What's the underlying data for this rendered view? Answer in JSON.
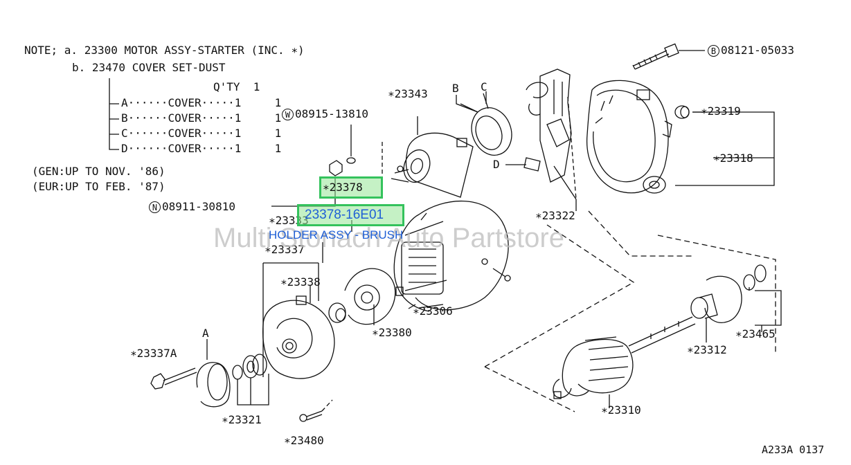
{
  "notes": {
    "line_a": "NOTE; a. 23300 MOTOR ASSY-STARTER (INC. ∗)",
    "line_b": "b. 23470 COVER SET-DUST",
    "qty_header": "Q'TY  1",
    "rows": [
      {
        "letter": "A",
        "name": "COVER",
        "qty_a": "1",
        "qty_b": "1"
      },
      {
        "letter": "B",
        "name": "COVER",
        "qty_a": "1",
        "qty_b": "1"
      },
      {
        "letter": "C",
        "name": "COVER",
        "qty_a": "1",
        "qty_b": "1"
      },
      {
        "letter": "D",
        "name": "COVER",
        "qty_a": "1",
        "qty_b": "1"
      }
    ],
    "gen": "(GEN:UP TO NOV. '86)",
    "eur": "(EUR:UP TO FEB. '87)"
  },
  "callouts": {
    "b_bolt": "08121-05033",
    "b_symbol": "B",
    "w_washer": "08915-13810",
    "w_symbol": "W",
    "n_nut": "08911-30810",
    "n_symbol": "N",
    "p23343": "∗23343",
    "p23319": "∗23319",
    "p23318": "∗23318",
    "p23322": "∗23322",
    "p23378": "∗23378",
    "p23337": "∗23337",
    "p23333": "∗23333",
    "p23338": "∗23338",
    "p23306": "∗23306",
    "p23380": "∗23380",
    "p23337A": "∗23337A",
    "p23321": "∗23321",
    "p23480": "∗23480",
    "p23310": "∗23310",
    "p23312": "∗23312",
    "p23465": "∗23465",
    "letter_A": "A",
    "letter_B": "B",
    "letter_C": "C",
    "letter_D": "D"
  },
  "highlight": {
    "part_number": "23378-16E01",
    "part_name": "HOLDER ASSY - BRUSH"
  },
  "watermark": "Multi Stonach Auto Partstore",
  "diagram_id": "A233A 0137",
  "colors": {
    "highlight_border": "#34c25c",
    "highlight_text": "#1f5fd6",
    "line": "#111111"
  }
}
